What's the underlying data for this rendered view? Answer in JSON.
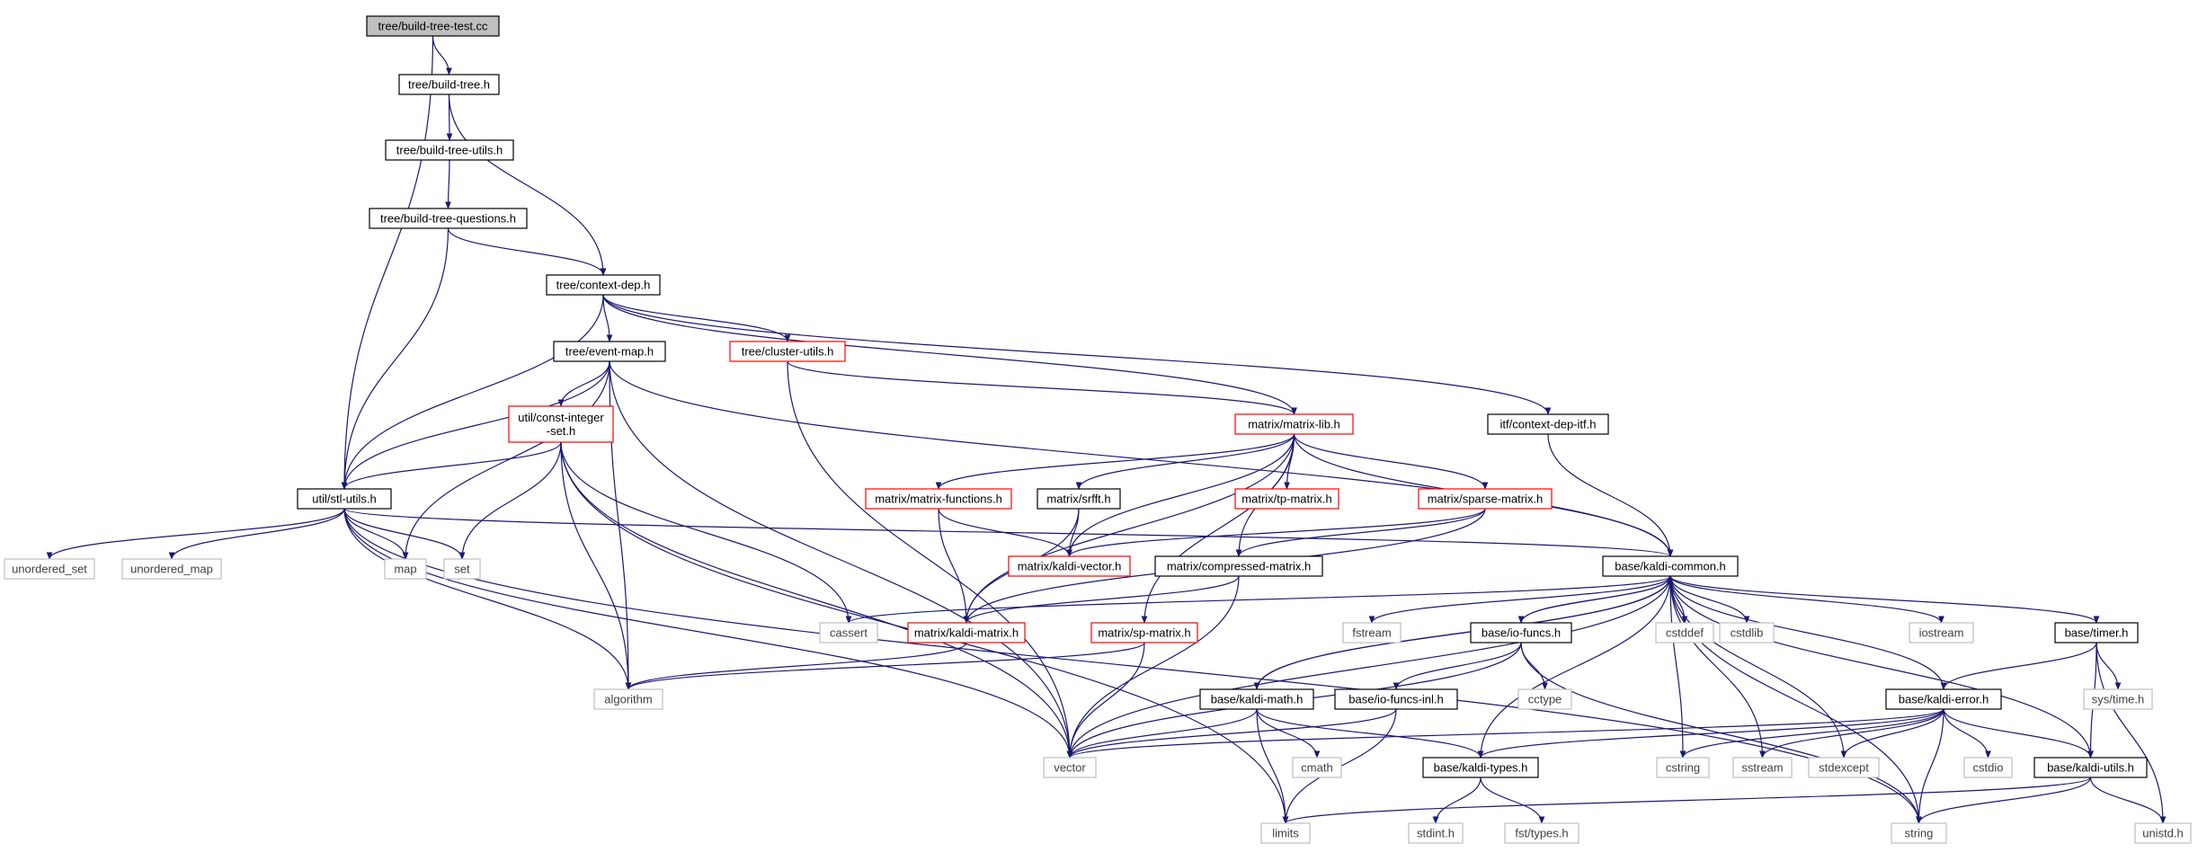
{
  "colors": {
    "edge": "#191970",
    "root_fill": "#bfbfbf",
    "internal_border": "#000000",
    "truncated_border": "#ff0000",
    "external_border": "#bfbfbf",
    "external_text": "#3f3f3f"
  },
  "nodes": [
    {
      "id": "build-tree-test",
      "label": "tree/build-tree-test.cc",
      "kind": "root"
    },
    {
      "id": "build-tree",
      "label": "tree/build-tree.h",
      "kind": "internal"
    },
    {
      "id": "build-tree-utils",
      "label": "tree/build-tree-utils.h",
      "kind": "internal"
    },
    {
      "id": "build-tree-questions",
      "label": "tree/build-tree-questions.h",
      "kind": "internal"
    },
    {
      "id": "context-dep",
      "label": "tree/context-dep.h",
      "kind": "internal"
    },
    {
      "id": "event-map",
      "label": "tree/event-map.h",
      "kind": "internal"
    },
    {
      "id": "cluster-utils",
      "label": "tree/cluster-utils.h",
      "kind": "truncated"
    },
    {
      "id": "const-integer-set",
      "label": "util/const-integer\n-set.h",
      "kind": "truncated"
    },
    {
      "id": "matrix-lib",
      "label": "matrix/matrix-lib.h",
      "kind": "truncated"
    },
    {
      "id": "context-dep-itf",
      "label": "itf/context-dep-itf.h",
      "kind": "internal"
    },
    {
      "id": "stl-utils",
      "label": "util/stl-utils.h",
      "kind": "internal"
    },
    {
      "id": "matrix-functions",
      "label": "matrix/matrix-functions.h",
      "kind": "truncated"
    },
    {
      "id": "srfft",
      "label": "matrix/srfft.h",
      "kind": "internal"
    },
    {
      "id": "tp-matrix",
      "label": "matrix/tp-matrix.h",
      "kind": "truncated"
    },
    {
      "id": "sparse-matrix",
      "label": "matrix/sparse-matrix.h",
      "kind": "truncated"
    },
    {
      "id": "unordered_set",
      "label": "unordered_set",
      "kind": "external"
    },
    {
      "id": "unordered_map",
      "label": "unordered_map",
      "kind": "external"
    },
    {
      "id": "map",
      "label": "map",
      "kind": "external"
    },
    {
      "id": "set",
      "label": "set",
      "kind": "external"
    },
    {
      "id": "kaldi-vector",
      "label": "matrix/kaldi-vector.h",
      "kind": "truncated"
    },
    {
      "id": "compressed-matrix",
      "label": "matrix/compressed-matrix.h",
      "kind": "internal"
    },
    {
      "id": "kaldi-common",
      "label": "base/kaldi-common.h",
      "kind": "internal"
    },
    {
      "id": "cassert",
      "label": "cassert",
      "kind": "external"
    },
    {
      "id": "kaldi-matrix",
      "label": "matrix/kaldi-matrix.h",
      "kind": "truncated"
    },
    {
      "id": "sp-matrix",
      "label": "matrix/sp-matrix.h",
      "kind": "truncated"
    },
    {
      "id": "fstream",
      "label": "fstream",
      "kind": "external"
    },
    {
      "id": "io-funcs",
      "label": "base/io-funcs.h",
      "kind": "internal"
    },
    {
      "id": "cstddef",
      "label": "cstddef",
      "kind": "external"
    },
    {
      "id": "cstdlib",
      "label": "cstdlib",
      "kind": "external"
    },
    {
      "id": "iostream",
      "label": "iostream",
      "kind": "external"
    },
    {
      "id": "timer",
      "label": "base/timer.h",
      "kind": "internal"
    },
    {
      "id": "algorithm",
      "label": "algorithm",
      "kind": "external"
    },
    {
      "id": "kaldi-math",
      "label": "base/kaldi-math.h",
      "kind": "internal"
    },
    {
      "id": "io-funcs-inl",
      "label": "base/io-funcs-inl.h",
      "kind": "internal"
    },
    {
      "id": "cctype",
      "label": "cctype",
      "kind": "external"
    },
    {
      "id": "kaldi-error",
      "label": "base/kaldi-error.h",
      "kind": "internal"
    },
    {
      "id": "sys-time",
      "label": "sys/time.h",
      "kind": "external"
    },
    {
      "id": "vector",
      "label": "vector",
      "kind": "external"
    },
    {
      "id": "cmath",
      "label": "cmath",
      "kind": "external"
    },
    {
      "id": "kaldi-types",
      "label": "base/kaldi-types.h",
      "kind": "internal"
    },
    {
      "id": "cstring",
      "label": "cstring",
      "kind": "external"
    },
    {
      "id": "sstream",
      "label": "sstream",
      "kind": "external"
    },
    {
      "id": "stdexcept",
      "label": "stdexcept",
      "kind": "external"
    },
    {
      "id": "cstdio",
      "label": "cstdio",
      "kind": "external"
    },
    {
      "id": "kaldi-utils",
      "label": "base/kaldi-utils.h",
      "kind": "internal"
    },
    {
      "id": "limits",
      "label": "limits",
      "kind": "external"
    },
    {
      "id": "stdint",
      "label": "stdint.h",
      "kind": "external"
    },
    {
      "id": "fst-types",
      "label": "fst/types.h",
      "kind": "external"
    },
    {
      "id": "string",
      "label": "string",
      "kind": "external"
    },
    {
      "id": "unistd",
      "label": "unistd.h",
      "kind": "external"
    }
  ],
  "edges": [
    [
      "build-tree-test",
      "build-tree"
    ],
    [
      "build-tree-test",
      "stl-utils"
    ],
    [
      "build-tree",
      "build-tree-utils"
    ],
    [
      "build-tree",
      "context-dep"
    ],
    [
      "build-tree-utils",
      "build-tree-questions"
    ],
    [
      "build-tree-questions",
      "context-dep"
    ],
    [
      "build-tree-questions",
      "stl-utils"
    ],
    [
      "context-dep",
      "event-map"
    ],
    [
      "context-dep",
      "cluster-utils"
    ],
    [
      "context-dep",
      "matrix-lib"
    ],
    [
      "context-dep",
      "context-dep-itf"
    ],
    [
      "context-dep",
      "stl-utils"
    ],
    [
      "event-map",
      "const-integer-set"
    ],
    [
      "event-map",
      "stl-utils"
    ],
    [
      "event-map",
      "map"
    ],
    [
      "event-map",
      "algorithm"
    ],
    [
      "event-map",
      "vector"
    ],
    [
      "event-map",
      "kaldi-common"
    ],
    [
      "cluster-utils",
      "matrix-lib"
    ],
    [
      "cluster-utils",
      "vector"
    ],
    [
      "const-integer-set",
      "stl-utils"
    ],
    [
      "const-integer-set",
      "set"
    ],
    [
      "const-integer-set",
      "algorithm"
    ],
    [
      "const-integer-set",
      "cassert"
    ],
    [
      "const-integer-set",
      "vector"
    ],
    [
      "const-integer-set",
      "limits"
    ],
    [
      "context-dep-itf",
      "kaldi-common"
    ],
    [
      "matrix-lib",
      "matrix-functions"
    ],
    [
      "matrix-lib",
      "srfft"
    ],
    [
      "matrix-lib",
      "tp-matrix"
    ],
    [
      "matrix-lib",
      "sparse-matrix"
    ],
    [
      "matrix-lib",
      "kaldi-vector"
    ],
    [
      "matrix-lib",
      "compressed-matrix"
    ],
    [
      "matrix-lib",
      "kaldi-matrix"
    ],
    [
      "matrix-lib",
      "sp-matrix"
    ],
    [
      "matrix-lib",
      "kaldi-common"
    ],
    [
      "stl-utils",
      "unordered_set"
    ],
    [
      "stl-utils",
      "unordered_map"
    ],
    [
      "stl-utils",
      "map"
    ],
    [
      "stl-utils",
      "set"
    ],
    [
      "stl-utils",
      "algorithm"
    ],
    [
      "stl-utils",
      "vector"
    ],
    [
      "stl-utils",
      "string"
    ],
    [
      "stl-utils",
      "kaldi-common"
    ],
    [
      "matrix-functions",
      "kaldi-vector"
    ],
    [
      "matrix-functions",
      "kaldi-matrix"
    ],
    [
      "srfft",
      "kaldi-vector"
    ],
    [
      "srfft",
      "kaldi-matrix"
    ],
    [
      "sparse-matrix",
      "kaldi-vector"
    ],
    [
      "sparse-matrix",
      "compressed-matrix"
    ],
    [
      "sparse-matrix",
      "kaldi-matrix"
    ],
    [
      "compressed-matrix",
      "kaldi-matrix"
    ],
    [
      "compressed-matrix",
      "vector"
    ],
    [
      "kaldi-matrix",
      "algorithm"
    ],
    [
      "sp-matrix",
      "algorithm"
    ],
    [
      "sp-matrix",
      "vector"
    ],
    [
      "kaldi-common",
      "cassert"
    ],
    [
      "kaldi-common",
      "fstream"
    ],
    [
      "kaldi-common",
      "io-funcs"
    ],
    [
      "kaldi-common",
      "cstddef"
    ],
    [
      "kaldi-common",
      "cstdlib"
    ],
    [
      "kaldi-common",
      "iostream"
    ],
    [
      "kaldi-common",
      "timer"
    ],
    [
      "kaldi-common",
      "kaldi-math"
    ],
    [
      "kaldi-common",
      "kaldi-error"
    ],
    [
      "kaldi-common",
      "kaldi-types"
    ],
    [
      "kaldi-common",
      "kaldi-utils"
    ],
    [
      "kaldi-common",
      "cstring"
    ],
    [
      "kaldi-common",
      "sstream"
    ],
    [
      "kaldi-common",
      "stdexcept"
    ],
    [
      "kaldi-common",
      "string"
    ],
    [
      "kaldi-common",
      "vector"
    ],
    [
      "io-funcs",
      "kaldi-common"
    ],
    [
      "io-funcs",
      "io-funcs-inl"
    ],
    [
      "io-funcs",
      "cctype"
    ],
    [
      "io-funcs",
      "vector"
    ],
    [
      "io-funcs",
      "string"
    ],
    [
      "io-funcs-inl",
      "vector"
    ],
    [
      "io-funcs-inl",
      "limits"
    ],
    [
      "kaldi-math",
      "kaldi-common"
    ],
    [
      "kaldi-math",
      "cmath"
    ],
    [
      "kaldi-math",
      "limits"
    ],
    [
      "kaldi-math",
      "vector"
    ],
    [
      "kaldi-math",
      "kaldi-types"
    ],
    [
      "timer",
      "kaldi-error"
    ],
    [
      "timer",
      "sys-time"
    ],
    [
      "timer",
      "kaldi-utils"
    ],
    [
      "timer",
      "unistd"
    ],
    [
      "kaldi-error",
      "vector"
    ],
    [
      "kaldi-error",
      "kaldi-types"
    ],
    [
      "kaldi-error",
      "cstring"
    ],
    [
      "kaldi-error",
      "sstream"
    ],
    [
      "kaldi-error",
      "stdexcept"
    ],
    [
      "kaldi-error",
      "cstdio"
    ],
    [
      "kaldi-error",
      "kaldi-utils"
    ],
    [
      "kaldi-error",
      "string"
    ],
    [
      "kaldi-types",
      "stdint"
    ],
    [
      "kaldi-types",
      "fst-types"
    ],
    [
      "kaldi-utils",
      "limits"
    ],
    [
      "kaldi-utils",
      "string"
    ],
    [
      "kaldi-utils",
      "unistd"
    ]
  ]
}
